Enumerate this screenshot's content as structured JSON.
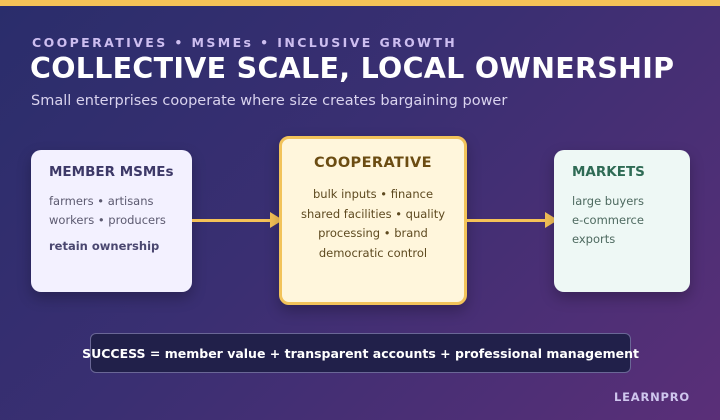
{
  "header": {
    "kicker": "COOPERATIVES • MSMEs • INCLUSIVE GROWTH",
    "title": "COLLECTIVE SCALE, LOCAL OWNERSHIP",
    "subtitle": "Small enterprises cooperate where size creates bargaining power"
  },
  "members": {
    "title": "MEMBER MSMEs",
    "lines": [
      "farmers • artisans",
      "workers • producers"
    ],
    "emphasis": "retain ownership"
  },
  "cooperative": {
    "title": "COOPERATIVE",
    "lines": [
      "bulk inputs • finance",
      "shared facilities • quality",
      "processing • brand",
      "democratic control"
    ]
  },
  "markets": {
    "title": "MARKETS",
    "lines": [
      "large buyers",
      "e-commerce",
      "exports"
    ]
  },
  "footer": {
    "success": "SUCCESS = member value + transparent accounts + professional management",
    "brand": "LEARNPRO"
  },
  "colors": {
    "accent": "#f5c257",
    "background_start": "#2a2d6b",
    "background_end": "#5a2f78"
  }
}
